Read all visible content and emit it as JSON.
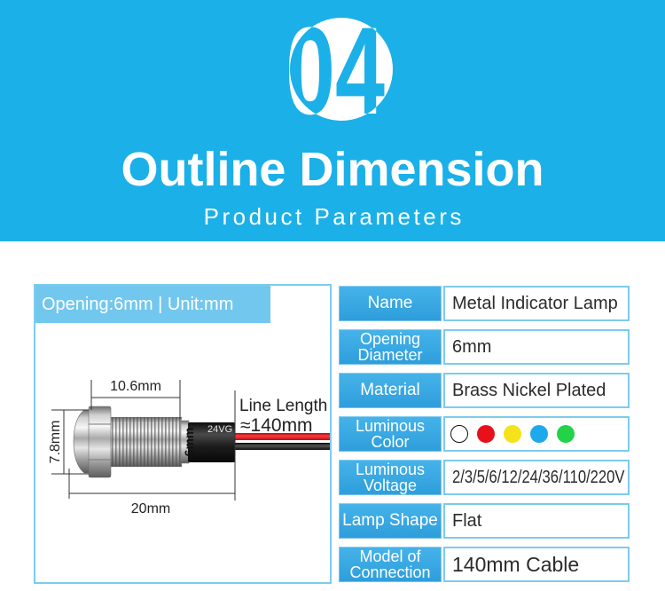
{
  "banner": {
    "number": "04",
    "title": "Outline Dimension",
    "subtitle": "Product Parameters"
  },
  "diagram": {
    "header": "Opening:6mm | Unit:mm",
    "head_width": "10.6mm",
    "head_height": "7.8mm",
    "body_diameter": "6mm",
    "body_length": "20mm",
    "line_length_label": "Line Length",
    "line_length_value": "≈140mm",
    "sleeve_marking": "24VG"
  },
  "specs": [
    {
      "label": "Name",
      "value": "Metal Indicator Lamp"
    },
    {
      "label": "Opening\nDiameter",
      "value": "6mm"
    },
    {
      "label": "Material",
      "value": "Brass Nickel Plated"
    },
    {
      "label": "Luminous\nColor",
      "colors": [
        "#ffffff",
        "#e8101b",
        "#f6e21a",
        "#1ea9eb",
        "#22d34a"
      ]
    },
    {
      "label": "Luminous\nVoltage",
      "value": "2/3/5/6/12/24/36/110/220V"
    },
    {
      "label": "Lamp Shape",
      "value": "Flat"
    },
    {
      "label": "Model of\nConnection",
      "value": "140mm Cable"
    }
  ],
  "theme": {
    "brand": "#1bb0e8",
    "label": "#3aa8e2",
    "border": "#7ccbed",
    "header": "#72c7ee",
    "text": "#2b2b2b"
  }
}
